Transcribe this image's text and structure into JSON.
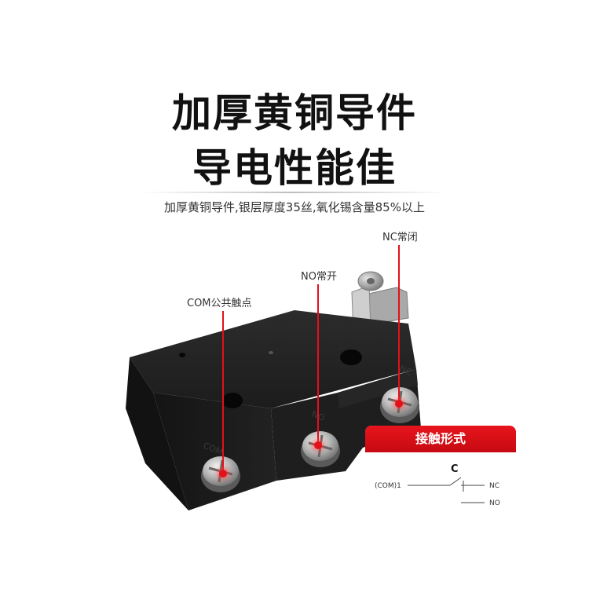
{
  "headline": {
    "line1": "加厚黄铜导件",
    "line2": "导电性能佳"
  },
  "subtitle": "加厚黄铜导件,银层厚度35丝,氧化锡含量85%以上",
  "callouts": {
    "com": "COM公共触点",
    "no": "NO常开",
    "nc": "NC常闭"
  },
  "switch_markings": {
    "com": "COM",
    "no": "NO",
    "nc": "NC"
  },
  "contact_card": {
    "title": "接触形式",
    "c_label": "C",
    "com_label": "(COM)1",
    "nc_label": "NC",
    "no_label": "NO"
  },
  "colors": {
    "accent": "#e4101a",
    "body": "#1b1b1b"
  }
}
